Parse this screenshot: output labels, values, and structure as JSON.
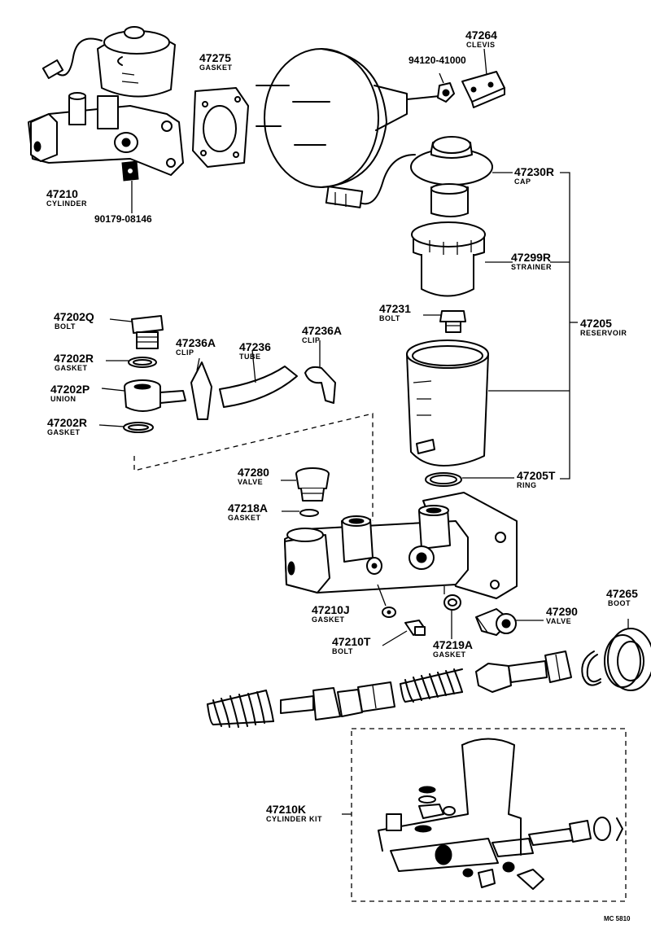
{
  "parts": [
    {
      "id": "p47264",
      "number": "47264",
      "name": "CLEVIS"
    },
    {
      "id": "p47275",
      "number": "47275",
      "name": "GASKET"
    },
    {
      "id": "p94120",
      "number": "94120-41000",
      "name": ""
    },
    {
      "id": "p47230R",
      "number": "47230R",
      "name": "CAP"
    },
    {
      "id": "p47210",
      "number": "47210",
      "name": "CYLINDER"
    },
    {
      "id": "p90179",
      "number": "90179-08146",
      "name": ""
    },
    {
      "id": "p47299R",
      "number": "47299R",
      "name": "STRAINER"
    },
    {
      "id": "p47231",
      "number": "47231",
      "name": "BOLT"
    },
    {
      "id": "p47205",
      "number": "47205",
      "name": "RESERVOIR"
    },
    {
      "id": "p47202Q",
      "number": "47202Q",
      "name": "BOLT"
    },
    {
      "id": "p47202R_a",
      "number": "47202R",
      "name": "GASKET"
    },
    {
      "id": "p47202P",
      "number": "47202P",
      "name": "UNION"
    },
    {
      "id": "p47202R_b",
      "number": "47202R",
      "name": "GASKET"
    },
    {
      "id": "p47236A_a",
      "number": "47236A",
      "name": "CLIP"
    },
    {
      "id": "p47236",
      "number": "47236",
      "name": "TUBE"
    },
    {
      "id": "p47236A_b",
      "number": "47236A",
      "name": "CLIP"
    },
    {
      "id": "p47280",
      "number": "47280",
      "name": "VALVE"
    },
    {
      "id": "p47218A",
      "number": "47218A",
      "name": "GASKET"
    },
    {
      "id": "p47205T",
      "number": "47205T",
      "name": "RING"
    },
    {
      "id": "p47210J",
      "number": "47210J",
      "name": "GASKET"
    },
    {
      "id": "p47210T",
      "number": "47210T",
      "name": "BOLT"
    },
    {
      "id": "p47219A",
      "number": "47219A",
      "name": "GASKET"
    },
    {
      "id": "p47290",
      "number": "47290",
      "name": "VALVE"
    },
    {
      "id": "p47265",
      "number": "47265",
      "name": "BOOT"
    },
    {
      "id": "p47210K",
      "number": "47210K",
      "name": "CYLINDER KIT"
    }
  ],
  "figure_code": "MC 5810"
}
